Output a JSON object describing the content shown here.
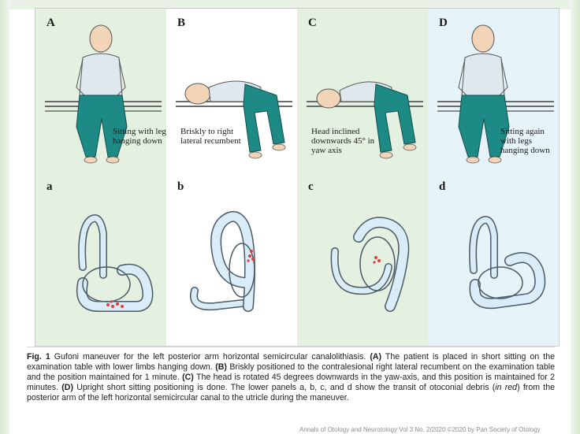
{
  "panels_top": [
    {
      "letter": "A",
      "caption": "Sitting with legs hanging down"
    },
    {
      "letter": "B",
      "caption": "Briskly to right lateral recumbent"
    },
    {
      "letter": "C",
      "caption": "Head inclined downwards 45° in yaw axis"
    },
    {
      "letter": "D",
      "caption": "Sitting again with legs hanging down"
    }
  ],
  "panels_bottom": [
    {
      "letter": "a"
    },
    {
      "letter": "b"
    },
    {
      "letter": "c"
    },
    {
      "letter": "d"
    }
  ],
  "caption": {
    "label": "Fig. 1",
    "text_1": " Gufoni maneuver for the left posterior arm horizontal semicircular canalolithiasis. ",
    "A_label": "(A)",
    "A_text": " The patient is placed in short sitting on the examination table with lower limbs hanging down. ",
    "B_label": "(B)",
    "B_text": " Briskly positioned to the contralesional right lateral recumbent on the examination table and the position maintained for 1 minute. ",
    "C_label": "(C)",
    "C_text": " The head is rotated 45 degrees downwards in the yaw-axis, and this position is maintained for 2 minutes. ",
    "D_label": "(D)",
    "D_text": " Upright short sitting positioning is done. The lower panels a, b, c, and d show the transit of otoconial debris (",
    "red_em": "in red",
    "end_text": ") from the posterior arm of the left horizontal semicircular canal to the utricle during the maneuver."
  },
  "footer_text": "Annals of Otology and Neurotology Vol 3 No. 2/2020 ©2020 by Pan Society of Otology",
  "colors": {
    "panel_green": "#e4f1e1",
    "panel_blue": "#e6f3f8",
    "shirt": "#dfe8ef",
    "pants": "#1e8a86",
    "skin": "#f2d4b8",
    "canal": "#d9ecf7",
    "debris": "#e23c3c"
  }
}
